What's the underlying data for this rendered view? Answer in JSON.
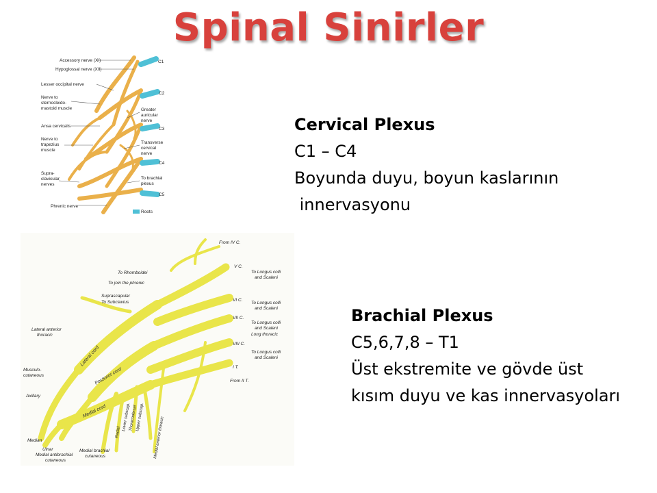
{
  "slide": {
    "title": "Spinal Sinirler"
  },
  "cervical": {
    "heading": "Cervical Plexus",
    "segments": "C1 – C4",
    "line1": "Boyunda duyu, boyun kaslarının",
    "line2": " innervasyonu",
    "figure_labels": {
      "accessory": "Accessory nerve (XI)",
      "hypoglossal": "Hypoglossal nerve (XII)",
      "lesser_occipital": "Lesser occipital nerve",
      "sterno_1": "Nerve to",
      "sterno_2": "sternocleido-",
      "sterno_3": "mastoid muscle",
      "ansa": "Ansa cervicalis",
      "trap_1": "Nerve to",
      "trap_2": "trapezius",
      "trap_3": "muscle",
      "supra_1": "Supra-",
      "supra_2": "clavicular",
      "supra_3": "nerves",
      "phrenic": "Phrenic nerve",
      "greater_1": "Greater",
      "greater_2": "auricular",
      "greater_3": "nerve",
      "transverse_1": "Transverse",
      "transverse_2": "cervical",
      "transverse_3": "nerve",
      "brachial_1": "To brachial",
      "brachial_2": "plexus",
      "c1": "C1",
      "c2": "C2",
      "c3": "C3",
      "c4": "C4",
      "c5": "C5",
      "roots": "Roots"
    }
  },
  "brachial": {
    "heading": "Brachial Plexus",
    "segments": "C5,6,7,8 – T1",
    "line1": "Üst ekstremite ve gövde üst",
    "line2": "kısım duyu ve kas innervasyoları",
    "figure_labels": {
      "from_iv": "From IV C.",
      "v": "V C.",
      "vi": "VI C.",
      "vii": "VII C.",
      "viii": "VIII C.",
      "i_t": "I T.",
      "from_ii": "From II T.",
      "longus1_a": "To Longus colli",
      "longus1_b": "and Scaleni",
      "longus2_a": "To Longus colli",
      "longus2_b": "and Scaleni",
      "longus3_a": "To Longus colli",
      "longus3_b": "and Scaleni",
      "longus4_a": "To Longus colli",
      "longus4_b": "and Scaleni",
      "long_thoracic": "Long thoracic",
      "rhomboidei": "To Rhomboidei",
      "phrenic": "To join the phrenic",
      "suprascapular": "Suprascapular",
      "subclavius": "To Subclavius",
      "lat_ant_1": "Lateral anterior",
      "lat_ant_2": "thoracic",
      "musculo_1": "Musculo-",
      "musculo_2": "cutaneous",
      "axillary": "Axillary",
      "median": "Median",
      "ulnar": "Ulnar",
      "medial_antibrachial_1": "Medial antibrachial",
      "medial_antibrachial_2": "cutaneous",
      "medial_brachial_1": "Medial brachial",
      "medial_brachial_2": "cutaneous",
      "radial": "Radial",
      "lower_subscap": "Lower subscap.",
      "thoracodorsal": "Thoracodorsal",
      "upper_subscap": "Upper subscap.",
      "medial_ant_thoracic": "Medial anterior thoracic",
      "lateral_cord": "Lateral cord",
      "posterior_cord": "Posterior cord",
      "medial_cord": "Medial cord"
    }
  }
}
